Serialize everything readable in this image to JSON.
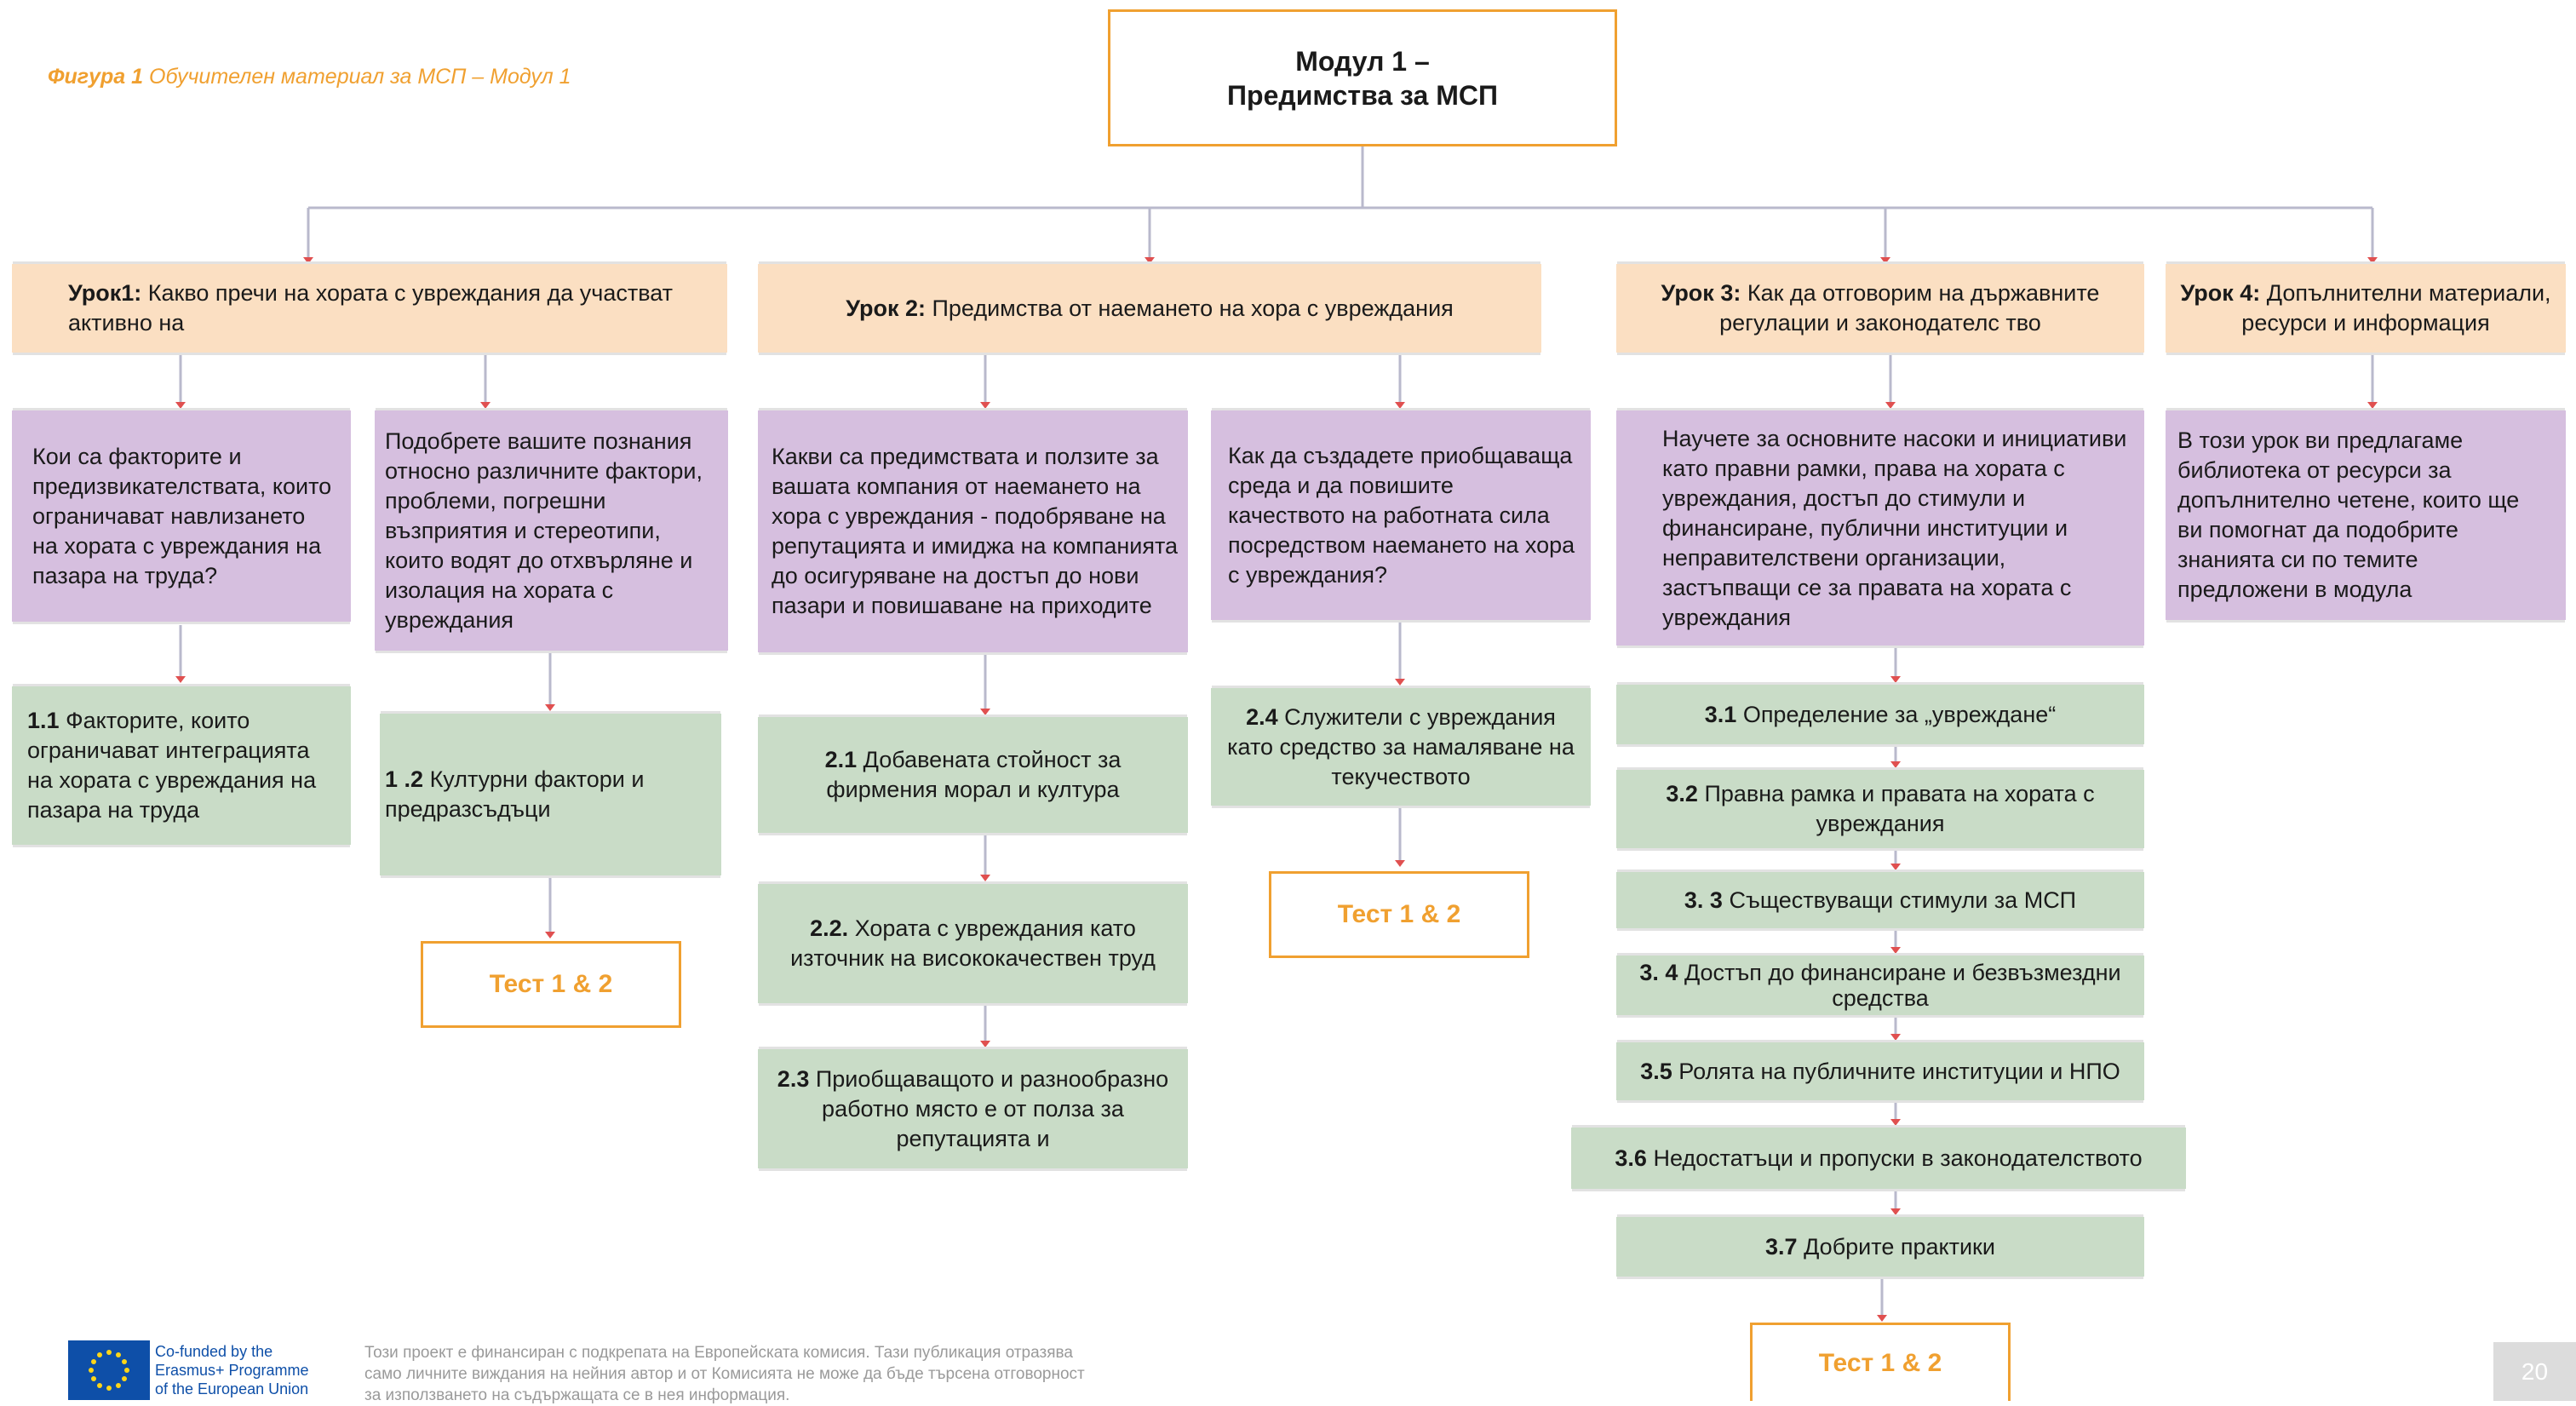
{
  "caption": {
    "label": "Фигура 1",
    "text": "Обучителен материал за МСП – Модул 1"
  },
  "root": {
    "line1": "Модул 1 –",
    "line2": "Предимства за МСП"
  },
  "lessons": [
    {
      "prefix": "Урок1:",
      "text": "Какво пречи на хората с увреждания да участват активно на"
    },
    {
      "prefix": "Урок 2:",
      "text": "Предимства от наемането на хора с увреждания"
    },
    {
      "prefix": "Урок 3:",
      "text": "Как да отговорим на държавните регулации и законодателс тво"
    },
    {
      "prefix": "Урок 4:",
      "text": "Допълнителни материали, ресурси и информация"
    }
  ],
  "questions": [
    "Кои са факторите и предизвикателствата, които ограничават навлизането на хората с увреждания на пазара на труда?",
    "Подобрете вашите познания относно различните фактори, проблеми, погрешни възприятия и стереотипи, които водят до отхвърляне и изолация на хората с увреждания",
    "Какви са предимствата и ползите за вашата компания от наемането на хора с увреждания - подобряване на репутацията и имиджа на компанията до осигуряване на достъп до нови пазари и повишаване на приходите",
    "Как да създадете приобщаваща среда и да повишите качеството на работната сила посредством наемането на хора с увреждания?",
    "Научете за основните насоки и инициативи като правни рамки, права на хората с увреждания, достъп до стимули и финансиране, публични институции и неправителствени организации, застъпващи се за правата на хората с увреждания",
    "В този урок ви предлагаме библиотека от ресурси за допълнително четене, които ще ви помогнат да подобрите знанията си по темите предложени в модула"
  ],
  "topics": [
    {
      "num": "1.1",
      "text": "Факторите, които ограничават интеграцията на хората с увреждания на пазара на труда"
    },
    {
      "num": "1 .2",
      "text": "Културни фактори и предразсъдъци"
    },
    {
      "num": "2.1",
      "text": "Добавената стойност за фирмения морал и култура"
    },
    {
      "num": "2.2.",
      "text": "Хората с увреждания като източник на висококачествен труд"
    },
    {
      "num": "2.3",
      "text": "Приобщаващото и разнообразно работно място е от полза за репутацията и"
    },
    {
      "num": "2.4",
      "text": "Служители с увреждания като средство за намаляване на текучеството"
    },
    {
      "num": "3.1",
      "text": "Определение за „увреждане“"
    },
    {
      "num": "3.2",
      "text": "Правна рамка и правата на хората с увреждания"
    },
    {
      "num": "3. 3",
      "text": "Съществуващи стимули за МСП"
    },
    {
      "num": "3. 4",
      "text": "Достъп до финансиране и безвъзмездни средства"
    },
    {
      "num": "3.5",
      "text": "Ролята на публичните институции и НПО"
    },
    {
      "num": "3.6",
      "text": "Недостатъци и пропуски в законодателството"
    },
    {
      "num": "3.7",
      "text": "Добрите практики"
    }
  ],
  "tests": [
    "Тест 1 & 2",
    "Тест 1 & 2",
    "Тест 1 & 2"
  ],
  "footer": {
    "eu_line1": "Co-funded by the",
    "eu_line2": "Erasmus+ Programme",
    "eu_line3": "of the European Union",
    "disclaimer": "Този проект е финансиран с подкрепата на Европейската комисия. Тази публикация отразява само личните виждания на нейния автор и от Комисията не може да бъде търсена отговорност за използването на съдържащата се в нея информация.",
    "page_number": "20"
  },
  "colors": {
    "accent": "#f0a030",
    "lesson_fill": "#fbdfc2",
    "question_fill": "#d6bfdf",
    "topic_fill": "#c9dcc7",
    "connector": "#b9b9cc",
    "arrow": "#e05050"
  }
}
